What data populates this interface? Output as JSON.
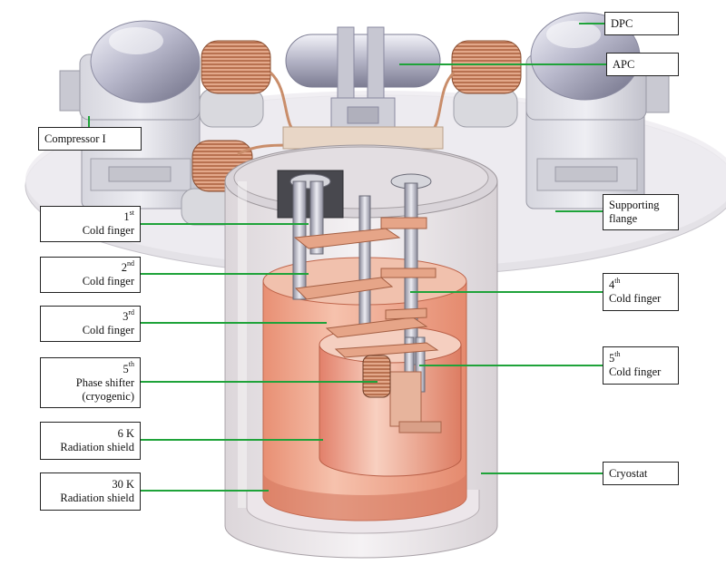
{
  "colors": {
    "leader": "#1fa33a",
    "shield_30k": "#f0b29a",
    "shield_6k": "#ecaa8d",
    "cryostat_wall": "#e9e3e6",
    "flange": "#e6e4e8",
    "copper_coil": "#c9855d"
  },
  "labels": {
    "dpc": "DPC",
    "apc": "APC",
    "compressor": "Compressor I",
    "supporting_flange": {
      "line1": "Supporting",
      "line2": "flange"
    },
    "cold_finger_1": {
      "ordinal": "1",
      "suffix": "st",
      "text": "Cold finger"
    },
    "cold_finger_2": {
      "ordinal": "2",
      "suffix": "nd",
      "text": "Cold finger"
    },
    "cold_finger_3": {
      "ordinal": "3",
      "suffix": "rd",
      "text": "Cold finger"
    },
    "cold_finger_4": {
      "ordinal": "4",
      "suffix": "th",
      "text": "Cold finger"
    },
    "cold_finger_5": {
      "ordinal": "5",
      "suffix": "th",
      "text": "Cold finger"
    },
    "phase_shifter": {
      "ordinal": "5",
      "suffix": "th",
      "line2": "Phase shifter",
      "line3": "(cryogenic)"
    },
    "shield_6k": {
      "line1": "6 K",
      "line2": "Radiation shield"
    },
    "shield_30k": {
      "line1": "30 K",
      "line2": "Radiation shield"
    },
    "cryostat": "Cryostat"
  }
}
